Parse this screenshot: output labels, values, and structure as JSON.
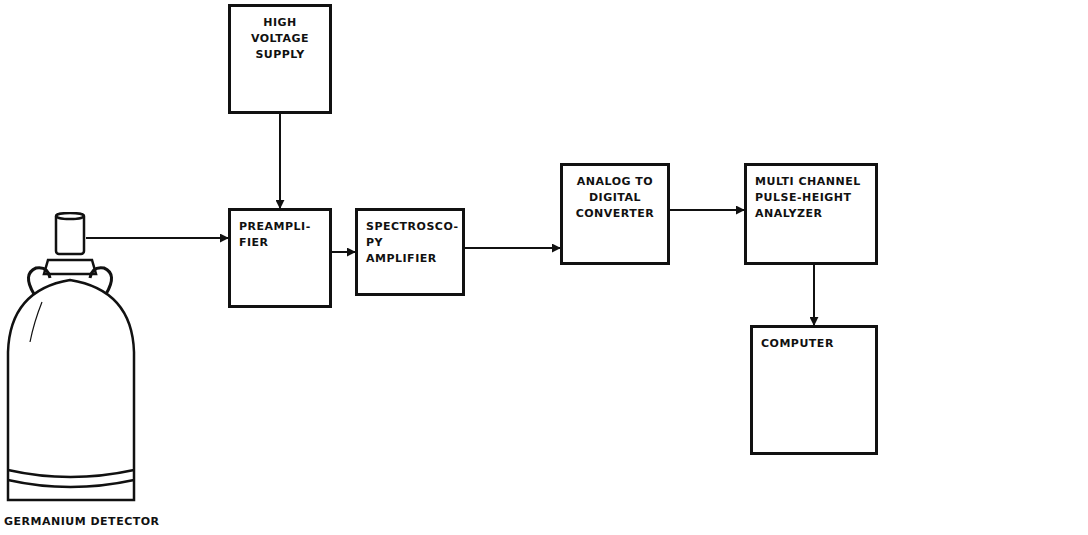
{
  "diagram": {
    "nodes": [
      {
        "text": [
          "GERMANIUM DETECTOR"
        ]
      },
      {
        "text": [
          "HIGH VOLTAGE SUPPLY"
        ]
      },
      {
        "text": [
          "PREAMPLI- FIER"
        ]
      },
      {
        "text": [
          "SPECTROSCO- PY AMPLIFIER"
        ]
      },
      {
        "text": [
          "ANALOG TO DIGITAL CONVERTER"
        ]
      },
      {
        "text": [
          "MULTI CHANNEL PULSE-HEIGHT ANALYZER"
        ]
      },
      {
        "text": [
          "COMPUTER"
        ]
      }
    ],
    "edges": [
      {
        "from": 1,
        "to": 2,
        "arrow": "to"
      },
      {
        "from": 0,
        "to": 2,
        "arrow": "to"
      },
      {
        "from": 2,
        "to": 3,
        "arrow": "to"
      },
      {
        "from": 3,
        "to": 4,
        "arrow": "to"
      },
      {
        "from": 4,
        "to": 5,
        "arrow": "to"
      },
      {
        "from": 5,
        "to": 6,
        "arrow": "to"
      }
    ]
  }
}
